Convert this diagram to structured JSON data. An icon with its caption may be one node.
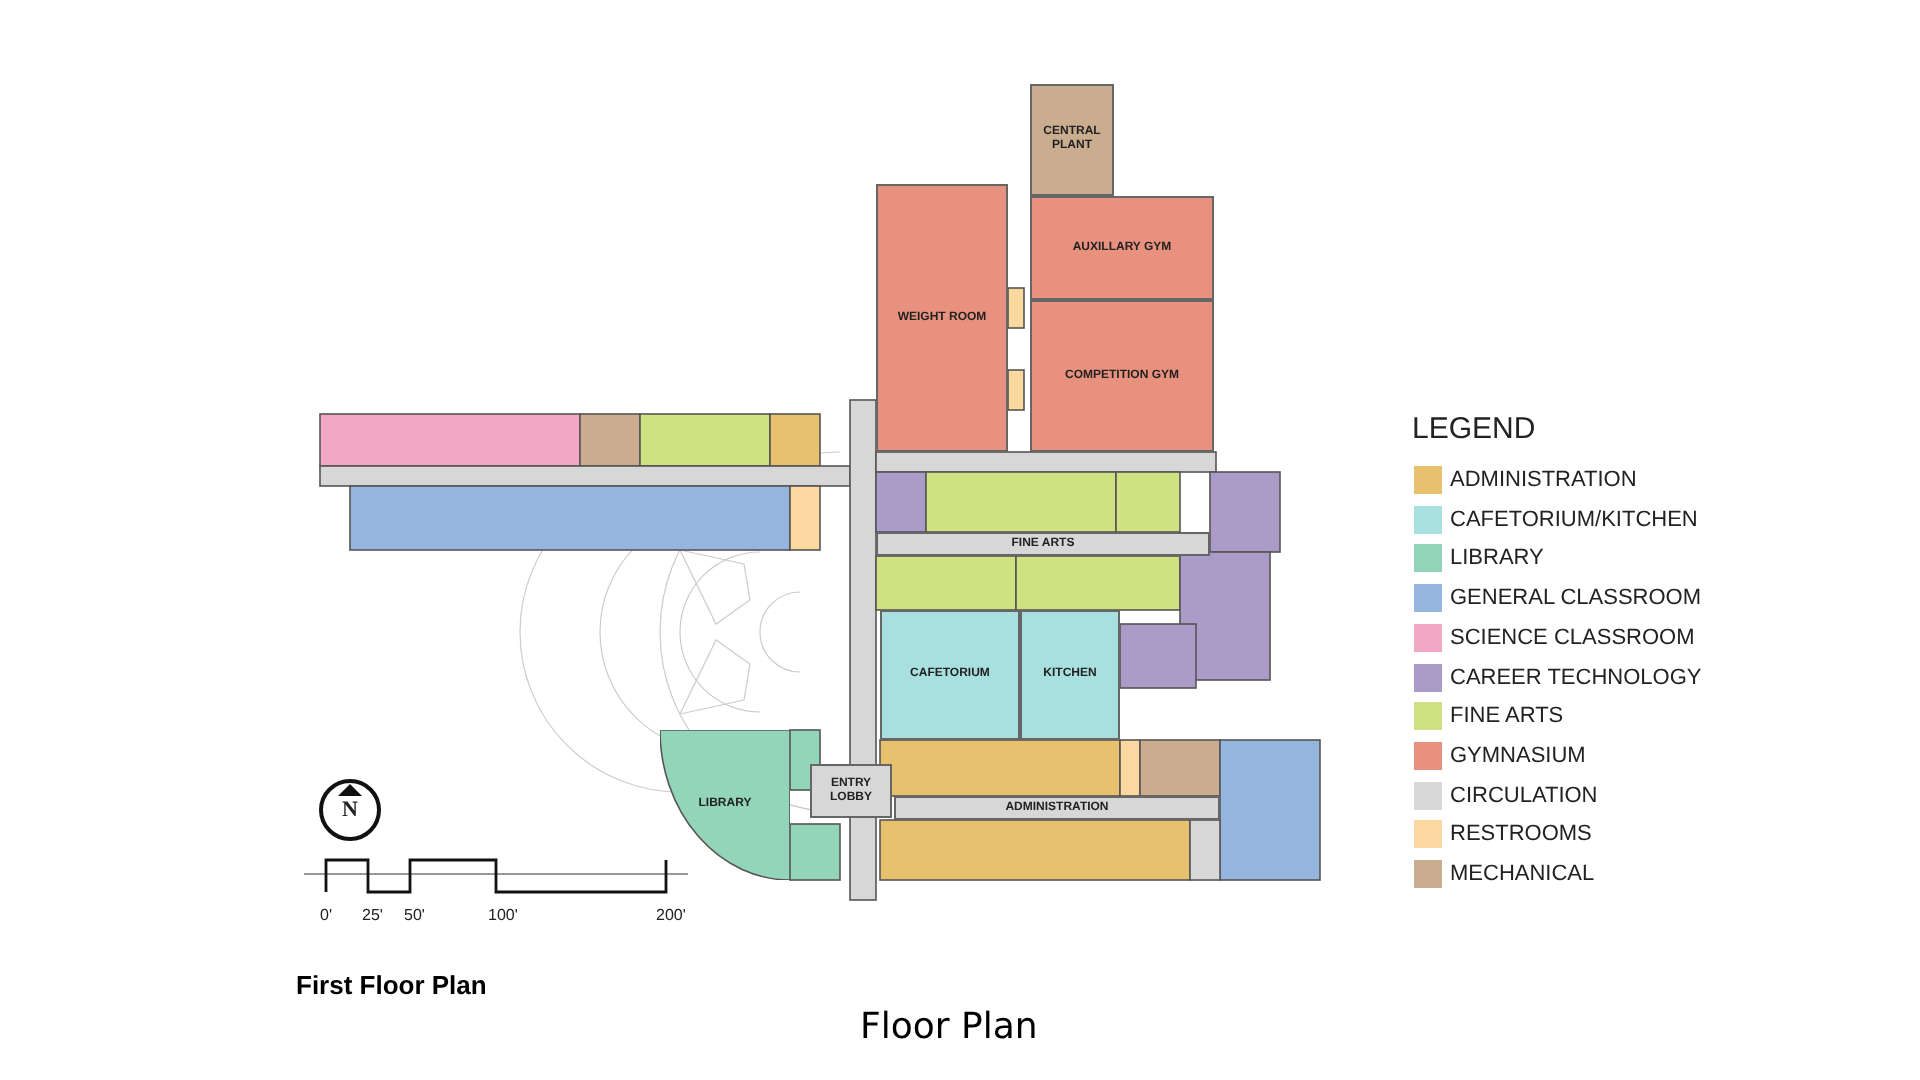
{
  "diagram": {
    "title": "First Floor Plan",
    "caption": "Floor Plan",
    "nodes": [
      {
        "text": [
          "CENTRAL PLANT"
        ]
      },
      {
        "text": [
          "AUXILLARY GYM"
        ]
      },
      {
        "text": [
          "COMPETITION GYM"
        ]
      },
      {
        "text": [
          "WEIGHT ROOM"
        ]
      },
      {
        "text": [
          "FINE ARTS"
        ]
      },
      {
        "text": [
          "CAFETORIUM"
        ]
      },
      {
        "text": [
          "KITCHEN"
        ]
      },
      {
        "text": [
          "LIBRARY"
        ]
      },
      {
        "text": [
          "ENTRY LOBBY"
        ]
      },
      {
        "text": [
          "ADMINISTRATION"
        ]
      }
    ],
    "labels": [
      "LEGEND",
      "N",
      "0'",
      "25'",
      "50'",
      "100'",
      "200'"
    ],
    "legend": [
      {
        "text": "ADMINISTRATION",
        "color": "#e8c16f"
      },
      {
        "text": "CAFETORIUM/KITCHEN",
        "color": "#a7e0df"
      },
      {
        "text": "LIBRARY",
        "color": "#92d5b8"
      },
      {
        "text": "GENERAL CLASSROOM",
        "color": "#94b5dd"
      },
      {
        "text": "SCIENCE CLASSROOM",
        "color": "#f2a7c5"
      },
      {
        "text": "CAREER TECHNOLOGY",
        "color": "#aa9bc9"
      },
      {
        "text": "FINE ARTS",
        "color": "#cfe180"
      },
      {
        "text": "GYMNASIUM",
        "color": "#e9917f"
      },
      {
        "text": "CIRCULATION",
        "color": "#d7d7d7"
      },
      {
        "text": "RESTROOMS",
        "color": "#fcd8a1"
      },
      {
        "text": "MECHANICAL",
        "color": "#caac8f"
      }
    ]
  }
}
